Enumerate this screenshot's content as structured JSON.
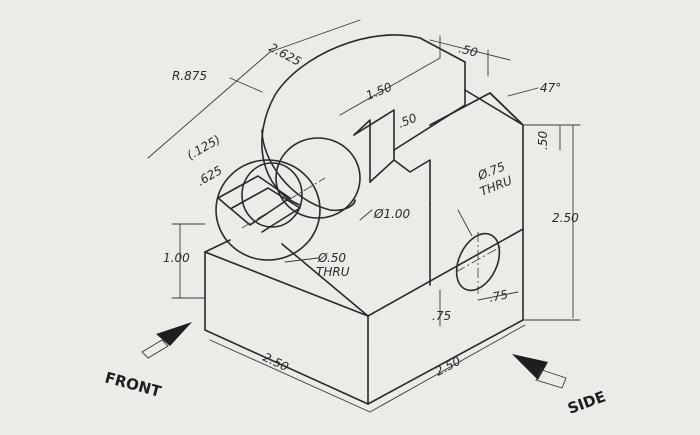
{
  "drawing": {
    "dims": {
      "r875": "R.875",
      "d2625": "2.625",
      "d150": "1.50",
      "d50a": ".50",
      "d50top": ".50",
      "ang47": "47°",
      "d50right": ".50",
      "d250right": "2.50",
      "d125": "(.125)",
      "d625": ".625",
      "d100": "1.00",
      "dia100": "Ø1.00",
      "dia50": "Ø.50",
      "thru1": "THRU",
      "dia75": "Ø.75",
      "thru2": "THRU",
      "d75v": ".75",
      "d75h": ".75",
      "d250front": "2.50",
      "d250side": "2.50"
    },
    "labels": {
      "front": "FRONT",
      "side": "SIDE"
    }
  }
}
